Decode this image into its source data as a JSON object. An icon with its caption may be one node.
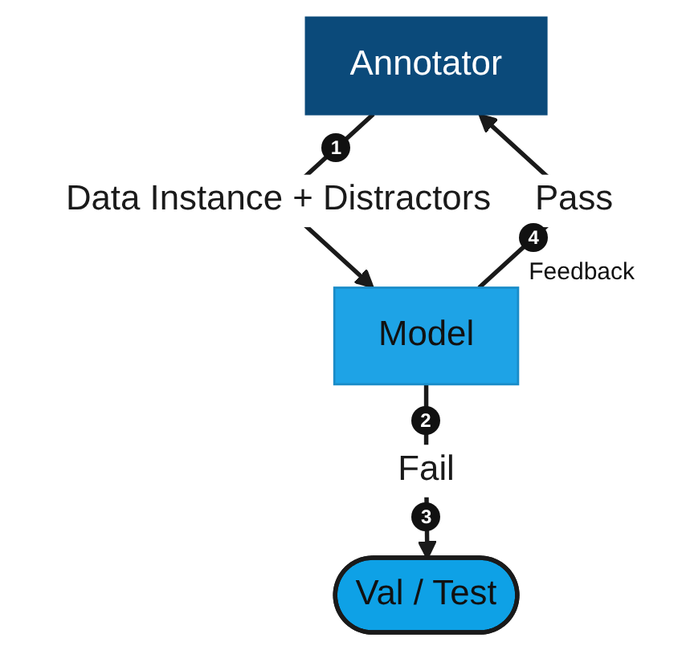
{
  "diagram": {
    "nodes": [
      {
        "text": [
          "Annotator"
        ]
      },
      {
        "text": [
          "Model"
        ]
      },
      {
        "text": [
          "Val / Test"
        ]
      }
    ],
    "edges": [
      {
        "from": 0,
        "to": 1,
        "arrow": "to",
        "label": "Data Instance + Distractors"
      },
      {
        "from": 1,
        "to": 2,
        "arrow": "to",
        "label": "Fail"
      },
      {
        "from": 1,
        "to": 0,
        "arrow": "to",
        "label": "Pass"
      }
    ],
    "labels": [
      "1",
      "2",
      "3",
      "4",
      "Feedback"
    ]
  }
}
